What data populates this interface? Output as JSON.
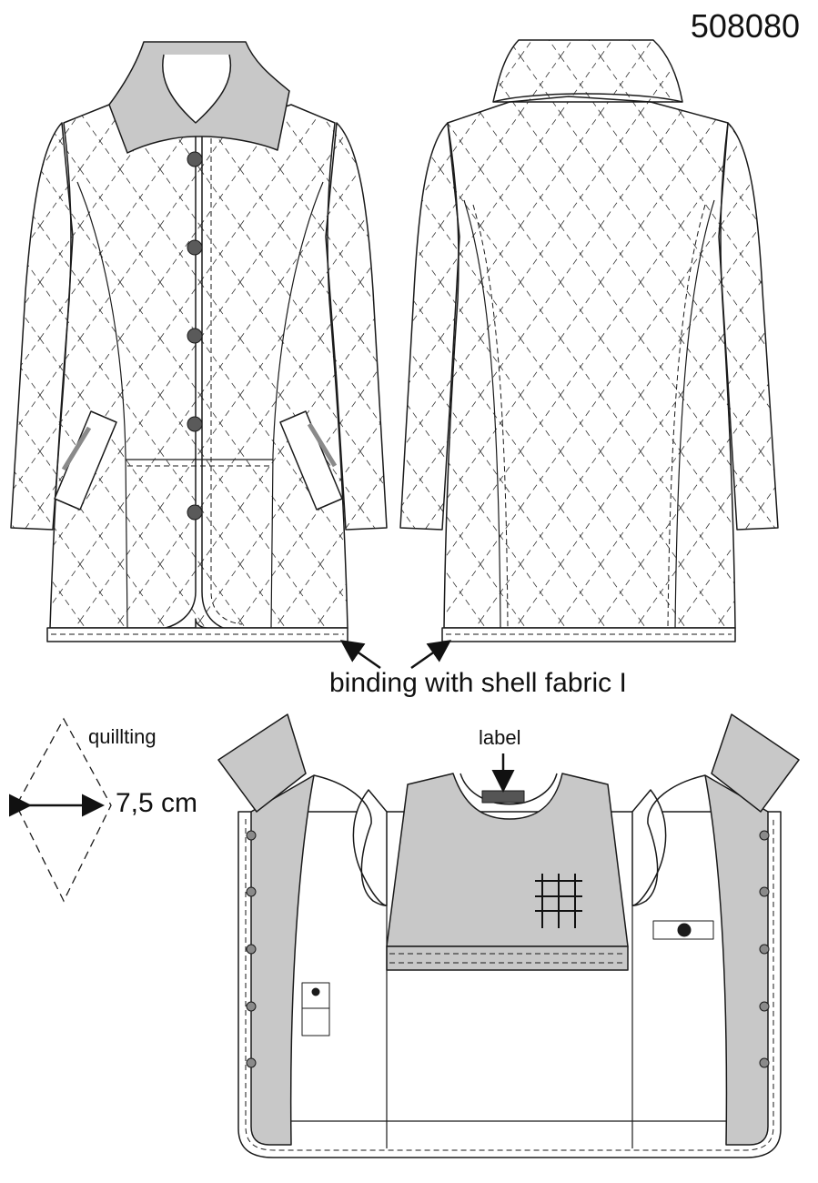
{
  "style_number": "508080",
  "annotations": {
    "binding": "binding with shell fabric I",
    "label": "label",
    "quilting": "quillting",
    "diamond_width": "7,5 cm"
  },
  "colors": {
    "line": "#1a1a1a",
    "contrast_fabric": "#c8c8c8",
    "button": "#5a5a5a",
    "background": "#ffffff"
  }
}
